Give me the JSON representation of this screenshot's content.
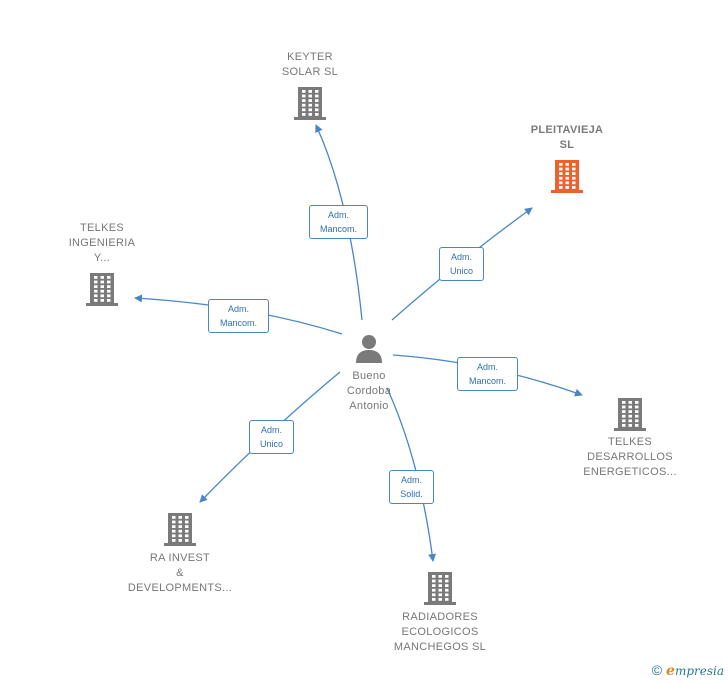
{
  "center": {
    "label": "Bueno\nCordoba\nAntonio",
    "icon": "person-icon"
  },
  "companies": [
    {
      "id": "keyter",
      "label": "KEYTER\nSOLAR SL",
      "color": "#7a7a7a",
      "highlight": false
    },
    {
      "id": "pleitavieja",
      "label": "PLEITAVIEJA\nSL",
      "color": "#f0602a",
      "highlight": true
    },
    {
      "id": "telkes-ing",
      "label": "TELKES\nINGENIERIA\nY...",
      "color": "#7a7a7a",
      "highlight": false
    },
    {
      "id": "telkes-des",
      "label": "TELKES\nDESARROLLOS\nENERGETICOS...",
      "color": "#7a7a7a",
      "highlight": false
    },
    {
      "id": "ra-invest",
      "label": "RA INVEST\n&\nDEVELOPMENTS...",
      "color": "#7a7a7a",
      "highlight": false
    },
    {
      "id": "radiadores",
      "label": "RADIADORES\nECOLOGICOS\nMANCHEGOS SL",
      "color": "#7a7a7a",
      "highlight": false
    }
  ],
  "relations": [
    {
      "to": "keyter",
      "label": "Adm.\nMancom."
    },
    {
      "to": "pleitavieja",
      "label": "Adm.\nUnico"
    },
    {
      "to": "telkes-ing",
      "label": "Adm.\nMancom."
    },
    {
      "to": "telkes-des",
      "label": "Adm.\nMancom."
    },
    {
      "to": "ra-invest",
      "label": "Adm.\nUnico"
    },
    {
      "to": "radiadores",
      "label": "Adm.\nSolid."
    }
  ],
  "colors": {
    "edge": "#4a86c5",
    "building": "#7a7a7a",
    "highlight_building": "#f0602a"
  },
  "footer": {
    "copyright": "©",
    "brand_initial": "e",
    "brand_rest": "mpresia"
  }
}
